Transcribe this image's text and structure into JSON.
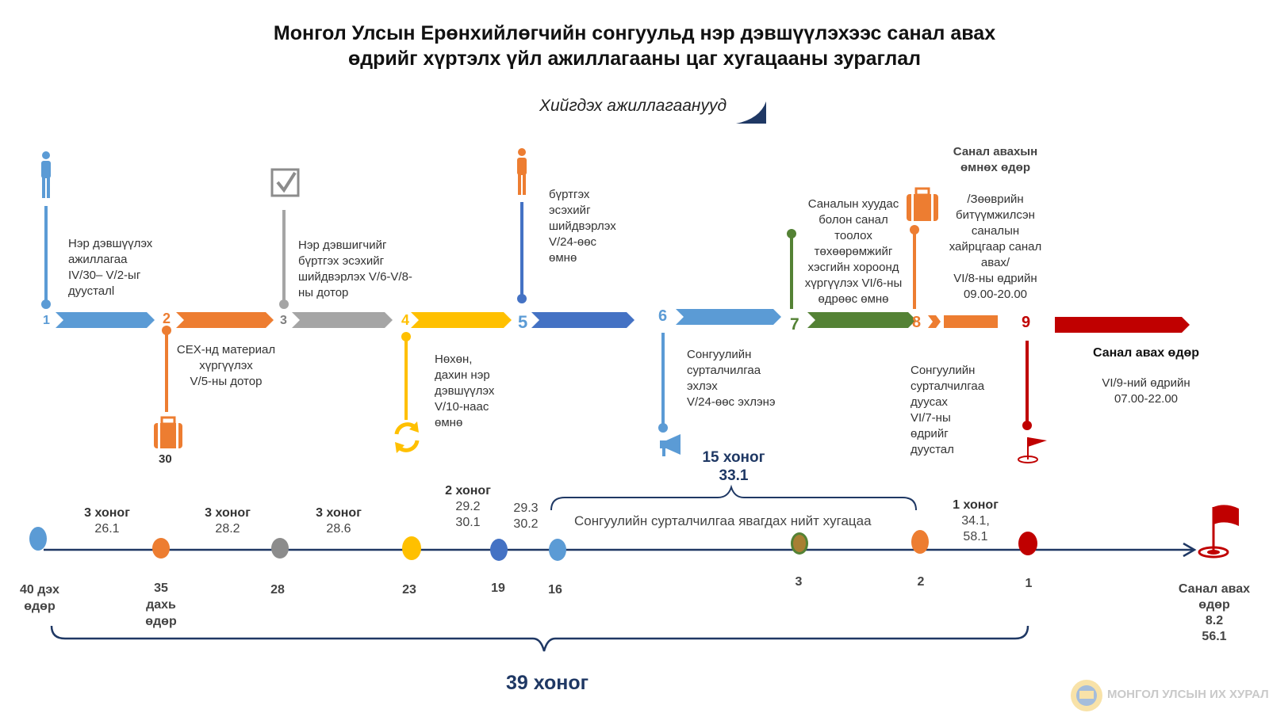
{
  "title_line1": "Монгол Улсын Ерөнхийлөгчийн сонгуульд нэр дэвшүүлэхээс санал авах",
  "title_line2": "өдрийг хүртэлх үйл ажиллагааны цаг хугацааны зураглал",
  "subtitle": "Хийгдэх ажиллагаанууд",
  "colors": {
    "blue": "#5b9bd5",
    "orange": "#ed7d31",
    "gray": "#a5a5a5",
    "yellow": "#ffc000",
    "darkblue": "#4472c4",
    "green": "#548235",
    "red": "#c00000",
    "navy": "#1f3864"
  },
  "steps": [
    {
      "num": "1",
      "icon": "person-icon",
      "text": [
        "Нэр дэвшүүлэх",
        "ажиллагаа",
        "IV/30– V/2-ыг",
        "дуусталl"
      ]
    },
    {
      "num": "2",
      "icon": "briefcase-icon",
      "badge": "30",
      "text": [
        "СЕХ-нд материал",
        "хүргүүлэх",
        "V/5-ны дотор"
      ]
    },
    {
      "num": "3",
      "icon": "checkbox-icon",
      "text": [
        "Нэр дэвшигчийг",
        "бүртгэх эсэхийг",
        "шийдвэрлэх V/6-V/8-",
        "ны дотор"
      ]
    },
    {
      "num": "4",
      "icon": "refresh-icon",
      "text": [
        "Нөхөн,",
        "дахин нэр",
        "дэвшүүлэх",
        "V/10-наас",
        "өмнө"
      ]
    },
    {
      "num": "5",
      "icon": "person-icon",
      "text": [
        "бүртгэх",
        "эсэхийг",
        "шийдвэрлэх",
        "V/24-өөс",
        "өмнө"
      ]
    },
    {
      "num": "6",
      "icon": "megaphone-icon",
      "text": [
        "Сонгуулийн",
        "сурталчилгаа",
        "эхлэх",
        "V/24-өөс эхлэнэ"
      ]
    },
    {
      "num": "7",
      "text": [
        "Саналын хуудас",
        "болон санал",
        "тоолох",
        "төхөөрөмжийг",
        "хэсгийн хороонд",
        "хүргүүлэх VI/6-ны",
        "өдрөөс өмнө"
      ]
    },
    {
      "num": "8",
      "icon": "briefcase-icon",
      "text": [
        "Сонгуулийн",
        "сурталчилгаа",
        "дуусах",
        "VI/7-ны",
        "өдрийг",
        "дуустал"
      ]
    },
    {
      "num": "9",
      "icon": "flag-icon",
      "text": [
        "Санал авах өдөр",
        "VI/9-ний өдрийн",
        "07.00-22.00"
      ]
    }
  ],
  "pre_day": {
    "heading": [
      "Санал авахын",
      "өмнөх өдөр"
    ],
    "text": [
      "/Зөөврийн",
      "битүүмжилсэн",
      "саналын",
      "хайрцгаар санал",
      "авах/",
      "VI/8-ны өдрийн",
      "09.00-20.00"
    ]
  },
  "timeline": {
    "gaps": [
      {
        "days": "3 хоног",
        "value": "26.1"
      },
      {
        "days": "3 хоног",
        "value": "28.2"
      },
      {
        "days": "3 хоног",
        "value": "28.6"
      },
      {
        "days": "2 хоног",
        "value": "29.2",
        "value2": "30.1"
      },
      {
        "days": "",
        "value": "29.3",
        "value2": "30.2"
      },
      {
        "days": "1 хоног",
        "value": "34.1,",
        "value2": "58.1"
      }
    ],
    "days": [
      {
        "label": [
          "40 дэх",
          "өдөр"
        ]
      },
      {
        "label": [
          "35",
          "дахь",
          "өдөр"
        ]
      },
      {
        "label": [
          "28"
        ]
      },
      {
        "label": [
          "23"
        ]
      },
      {
        "label": [
          "19"
        ]
      },
      {
        "label": [
          "16"
        ]
      },
      {
        "label": [
          "3"
        ]
      },
      {
        "label": [
          "2"
        ]
      },
      {
        "label": [
          "1"
        ]
      }
    ],
    "campaign_days": "15 хоног",
    "campaign_value": "33.1",
    "campaign_label": "Сонгуулийн сурталчилгаа явагдах нийт хугацаа",
    "election_day": [
      "Санал авах",
      "өдөр",
      "8.2",
      "56.1"
    ],
    "total": "39 хоног"
  },
  "watermark": "МОНГОЛ УЛСЫН ИХ ХУРАЛ"
}
